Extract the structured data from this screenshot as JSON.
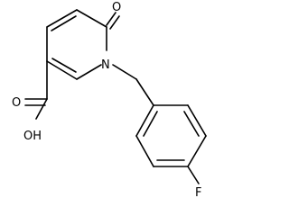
{
  "molecule": {
    "atoms": {
      "carbonyl_oxygen": "O",
      "ring_nitrogen": "N",
      "acid_hydroxyl": "OH",
      "acid_oxygen": "O",
      "fluorine": "F"
    }
  }
}
